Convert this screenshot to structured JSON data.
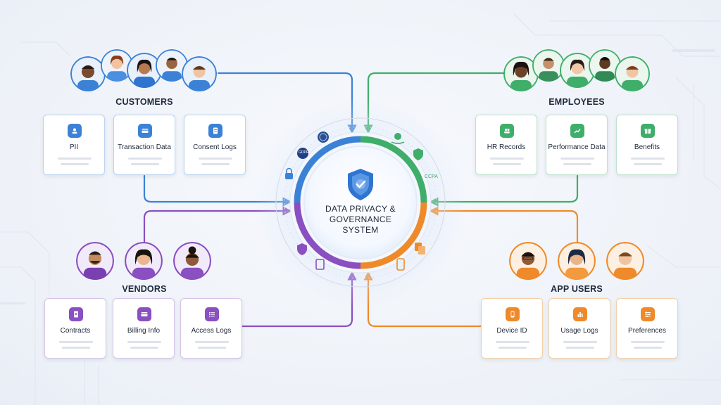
{
  "hub": {
    "title_line1": "DATA PRIVACY &",
    "title_line2": "GOVERNANCE",
    "title_line3": "SYSTEM",
    "badges": [
      "GDPR",
      "CCPA"
    ]
  },
  "groups": {
    "customers": {
      "title": "CUSTOMERS",
      "color": "#3b82d6",
      "cards": [
        {
          "label": "PII",
          "icon": "id-card-icon"
        },
        {
          "label": "Transaction Data",
          "icon": "credit-card-icon"
        },
        {
          "label": "Consent Logs",
          "icon": "document-icon"
        }
      ]
    },
    "employees": {
      "title": "EMPLOYEES",
      "color": "#3fae6a",
      "cards": [
        {
          "label": "HR Records",
          "icon": "people-icon"
        },
        {
          "label": "Performance Data",
          "icon": "trend-chart-icon"
        },
        {
          "label": "Benefits",
          "icon": "gift-icon"
        }
      ]
    },
    "vendors": {
      "title": "VENDORS",
      "color": "#8a4fc0",
      "cards": [
        {
          "label": "Contracts",
          "icon": "contract-icon"
        },
        {
          "label": "Billing Info",
          "icon": "billing-card-icon"
        },
        {
          "label": "Access Logs",
          "icon": "list-icon"
        }
      ]
    },
    "app_users": {
      "title": "APP USERS",
      "color": "#ef8a2a",
      "cards": [
        {
          "label": "Device ID",
          "icon": "phone-icon"
        },
        {
          "label": "Usage Logs",
          "icon": "bar-chart-icon"
        },
        {
          "label": "Preferences",
          "icon": "sliders-icon"
        }
      ]
    }
  }
}
